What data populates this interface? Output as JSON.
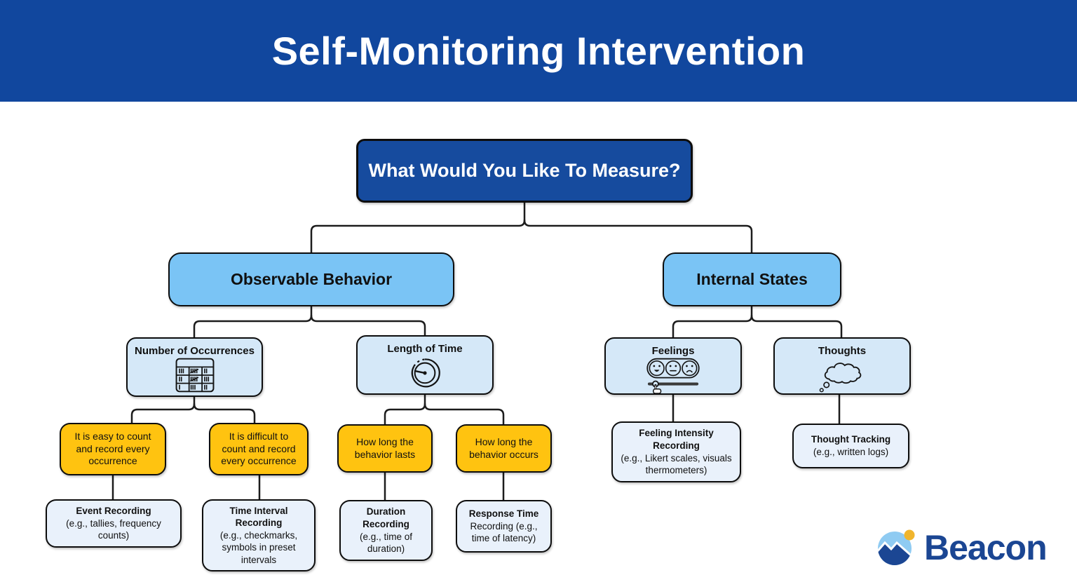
{
  "header": {
    "title": "Self-Monitoring Intervention"
  },
  "tree": {
    "root": {
      "label": "What Would You Like To Measure?"
    },
    "level2": [
      {
        "label": "Observable Behavior"
      },
      {
        "label": "Internal States"
      }
    ],
    "level3": [
      {
        "label": "Number of Occurrences",
        "icon": "tally-table-icon"
      },
      {
        "label": "Length of Time",
        "icon": "stopwatch-icon"
      },
      {
        "label": "Feelings",
        "icon": "emotion-faces-slider-icon"
      },
      {
        "label": "Thoughts",
        "icon": "thought-cloud-icon"
      }
    ],
    "conditions": [
      {
        "text": "It is easy to count and record every occurrence"
      },
      {
        "text": "It is difficult to count and record every occurrence"
      },
      {
        "text": "How long the behavior lasts"
      },
      {
        "text": "How long the behavior occurs"
      }
    ],
    "methods": [
      {
        "title": "Event Recording",
        "detail": "(e.g., tallies, frequency counts)"
      },
      {
        "title": "Time Interval Recording",
        "detail": "(e.g., checkmarks, symbols in preset intervals"
      },
      {
        "title": "Duration Recording",
        "detail": "(e.g., time of duration)"
      },
      {
        "title": "Response Time",
        "detail": "Recording (e.g., time of latency)"
      },
      {
        "title": "Feeling Intensity Recording",
        "detail": "(e.g., Likert scales, visuals thermometers)"
      },
      {
        "title": "Thought Tracking",
        "detail": "(e.g., written logs)"
      }
    ]
  },
  "logo": {
    "text": "Beacon"
  },
  "colors": {
    "header_bg": "#11479E",
    "root_bg": "#164B9E",
    "branch_bg": "#7AC4F5",
    "category_bg": "#D5E8F8",
    "condition_bg": "#FFC310",
    "method_bg": "#E9F1FB",
    "logo_blue": "#1B4693",
    "logo_sky": "#8FCBF2",
    "logo_sun": "#F0B52D"
  }
}
